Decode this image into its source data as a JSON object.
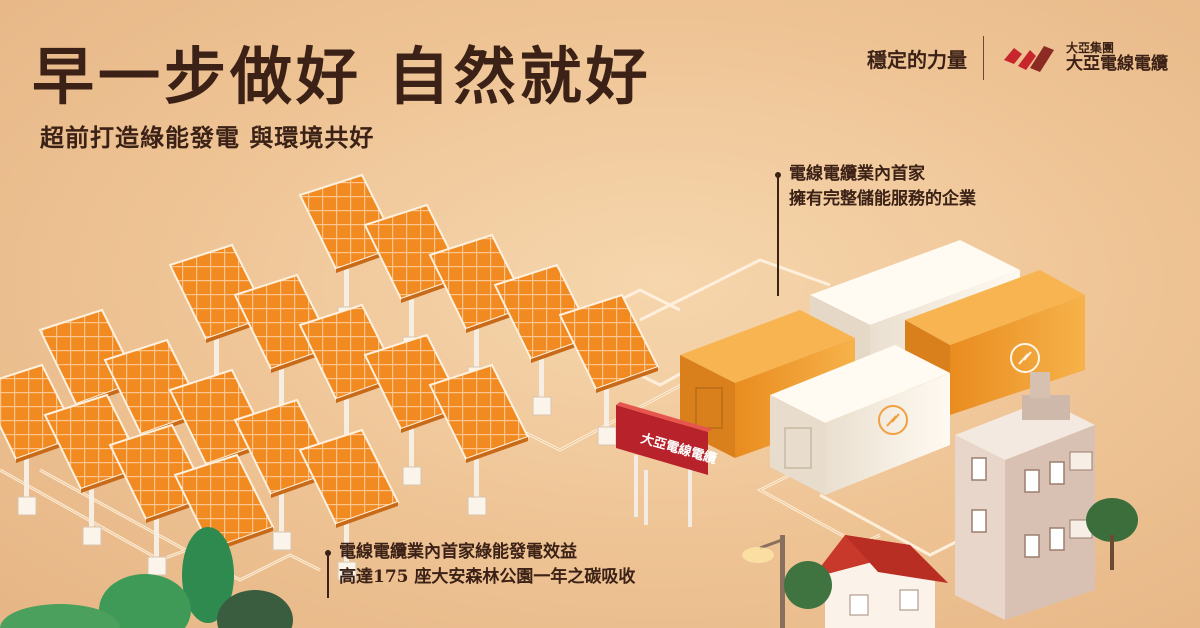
{
  "headline": {
    "title": "早一步做好 自然就好",
    "subtitle": "超前打造綠能發電 與環境共好"
  },
  "brand": {
    "tagline": "穩定的力量",
    "group_name": "大亞集團",
    "company_name": "大亞電線電纜",
    "logo_icon": "taya-logo-icon",
    "accent_color": "#c8262d"
  },
  "callouts": [
    {
      "lines": [
        "電線電纜業內首家",
        "擁有完整儲能服務的企業"
      ]
    },
    {
      "lines": [
        "電線電纜業內首家綠能發電效益",
        "高達175 座大安森林公園一年之碳吸收"
      ]
    }
  ],
  "billboard": {
    "text": "大亞電線電纜"
  },
  "colors": {
    "background": "#f0c89a",
    "panel": "#f08a24",
    "panel_grid": "#fbd0a0",
    "container_orange": "#f0a030",
    "container_white": "#fbf6ee",
    "text": "#3b2116"
  }
}
